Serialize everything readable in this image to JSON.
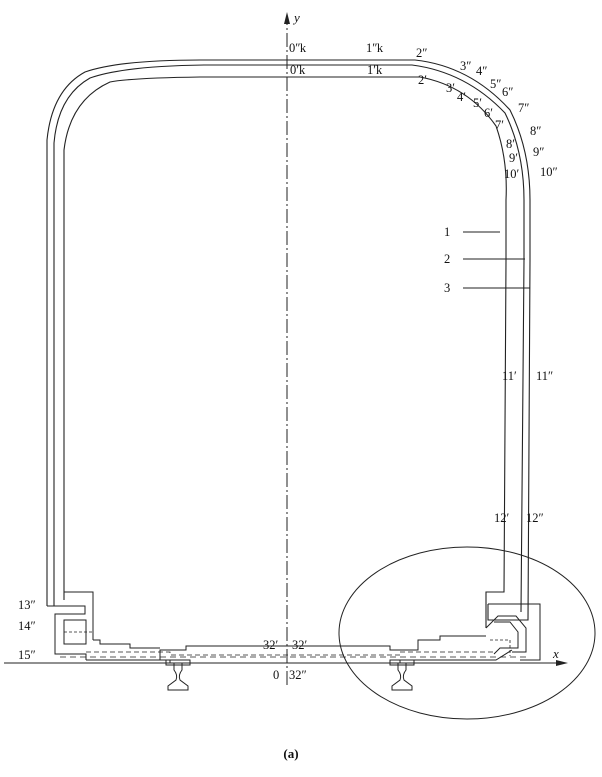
{
  "axes": {
    "y_label": "y",
    "x_label": "x",
    "origin_label": "0"
  },
  "caption": "(a)",
  "point_labels": {
    "p0k_outer": "0ʺk",
    "p1k_outer": "1ʺk",
    "p2_outer": "2ʺ",
    "p3_outer": "3ʺ",
    "p4_outer": "4ʺ",
    "p5_outer": "5ʺ",
    "p6_outer": "6ʺ",
    "p7_outer": "7ʺ",
    "p8_outer": "8ʺ",
    "p9_outer": "9ʺ",
    "p10_outer": "10ʺ",
    "p11_outer": "11ʺ",
    "p12_outer": "12ʺ",
    "p13_outer": "13ʺ",
    "p14_outer": "14ʺ",
    "p15_outer": "15ʺ",
    "p32_outer": "32ʺ",
    "p0k_inner": "0ʹk",
    "p1k_inner": "1ʹk",
    "p2_inner": "2ʹ",
    "p3_inner": "3ʹ",
    "p4_inner": "4ʹ",
    "p5_inner": "5ʹ",
    "p6_inner": "6ʹ",
    "p7_inner": "7ʹ",
    "p8_inner": "8ʹ",
    "p9_inner": "9ʹ",
    "p10_inner": "10ʹ",
    "p11_inner": "11ʹ",
    "p12_inner": "12ʹ",
    "p32_inner_left": "32ʹ",
    "p32_inner_right": "32ʹ"
  },
  "leaders": {
    "l1": "1",
    "l2": "2",
    "l3": "3"
  }
}
